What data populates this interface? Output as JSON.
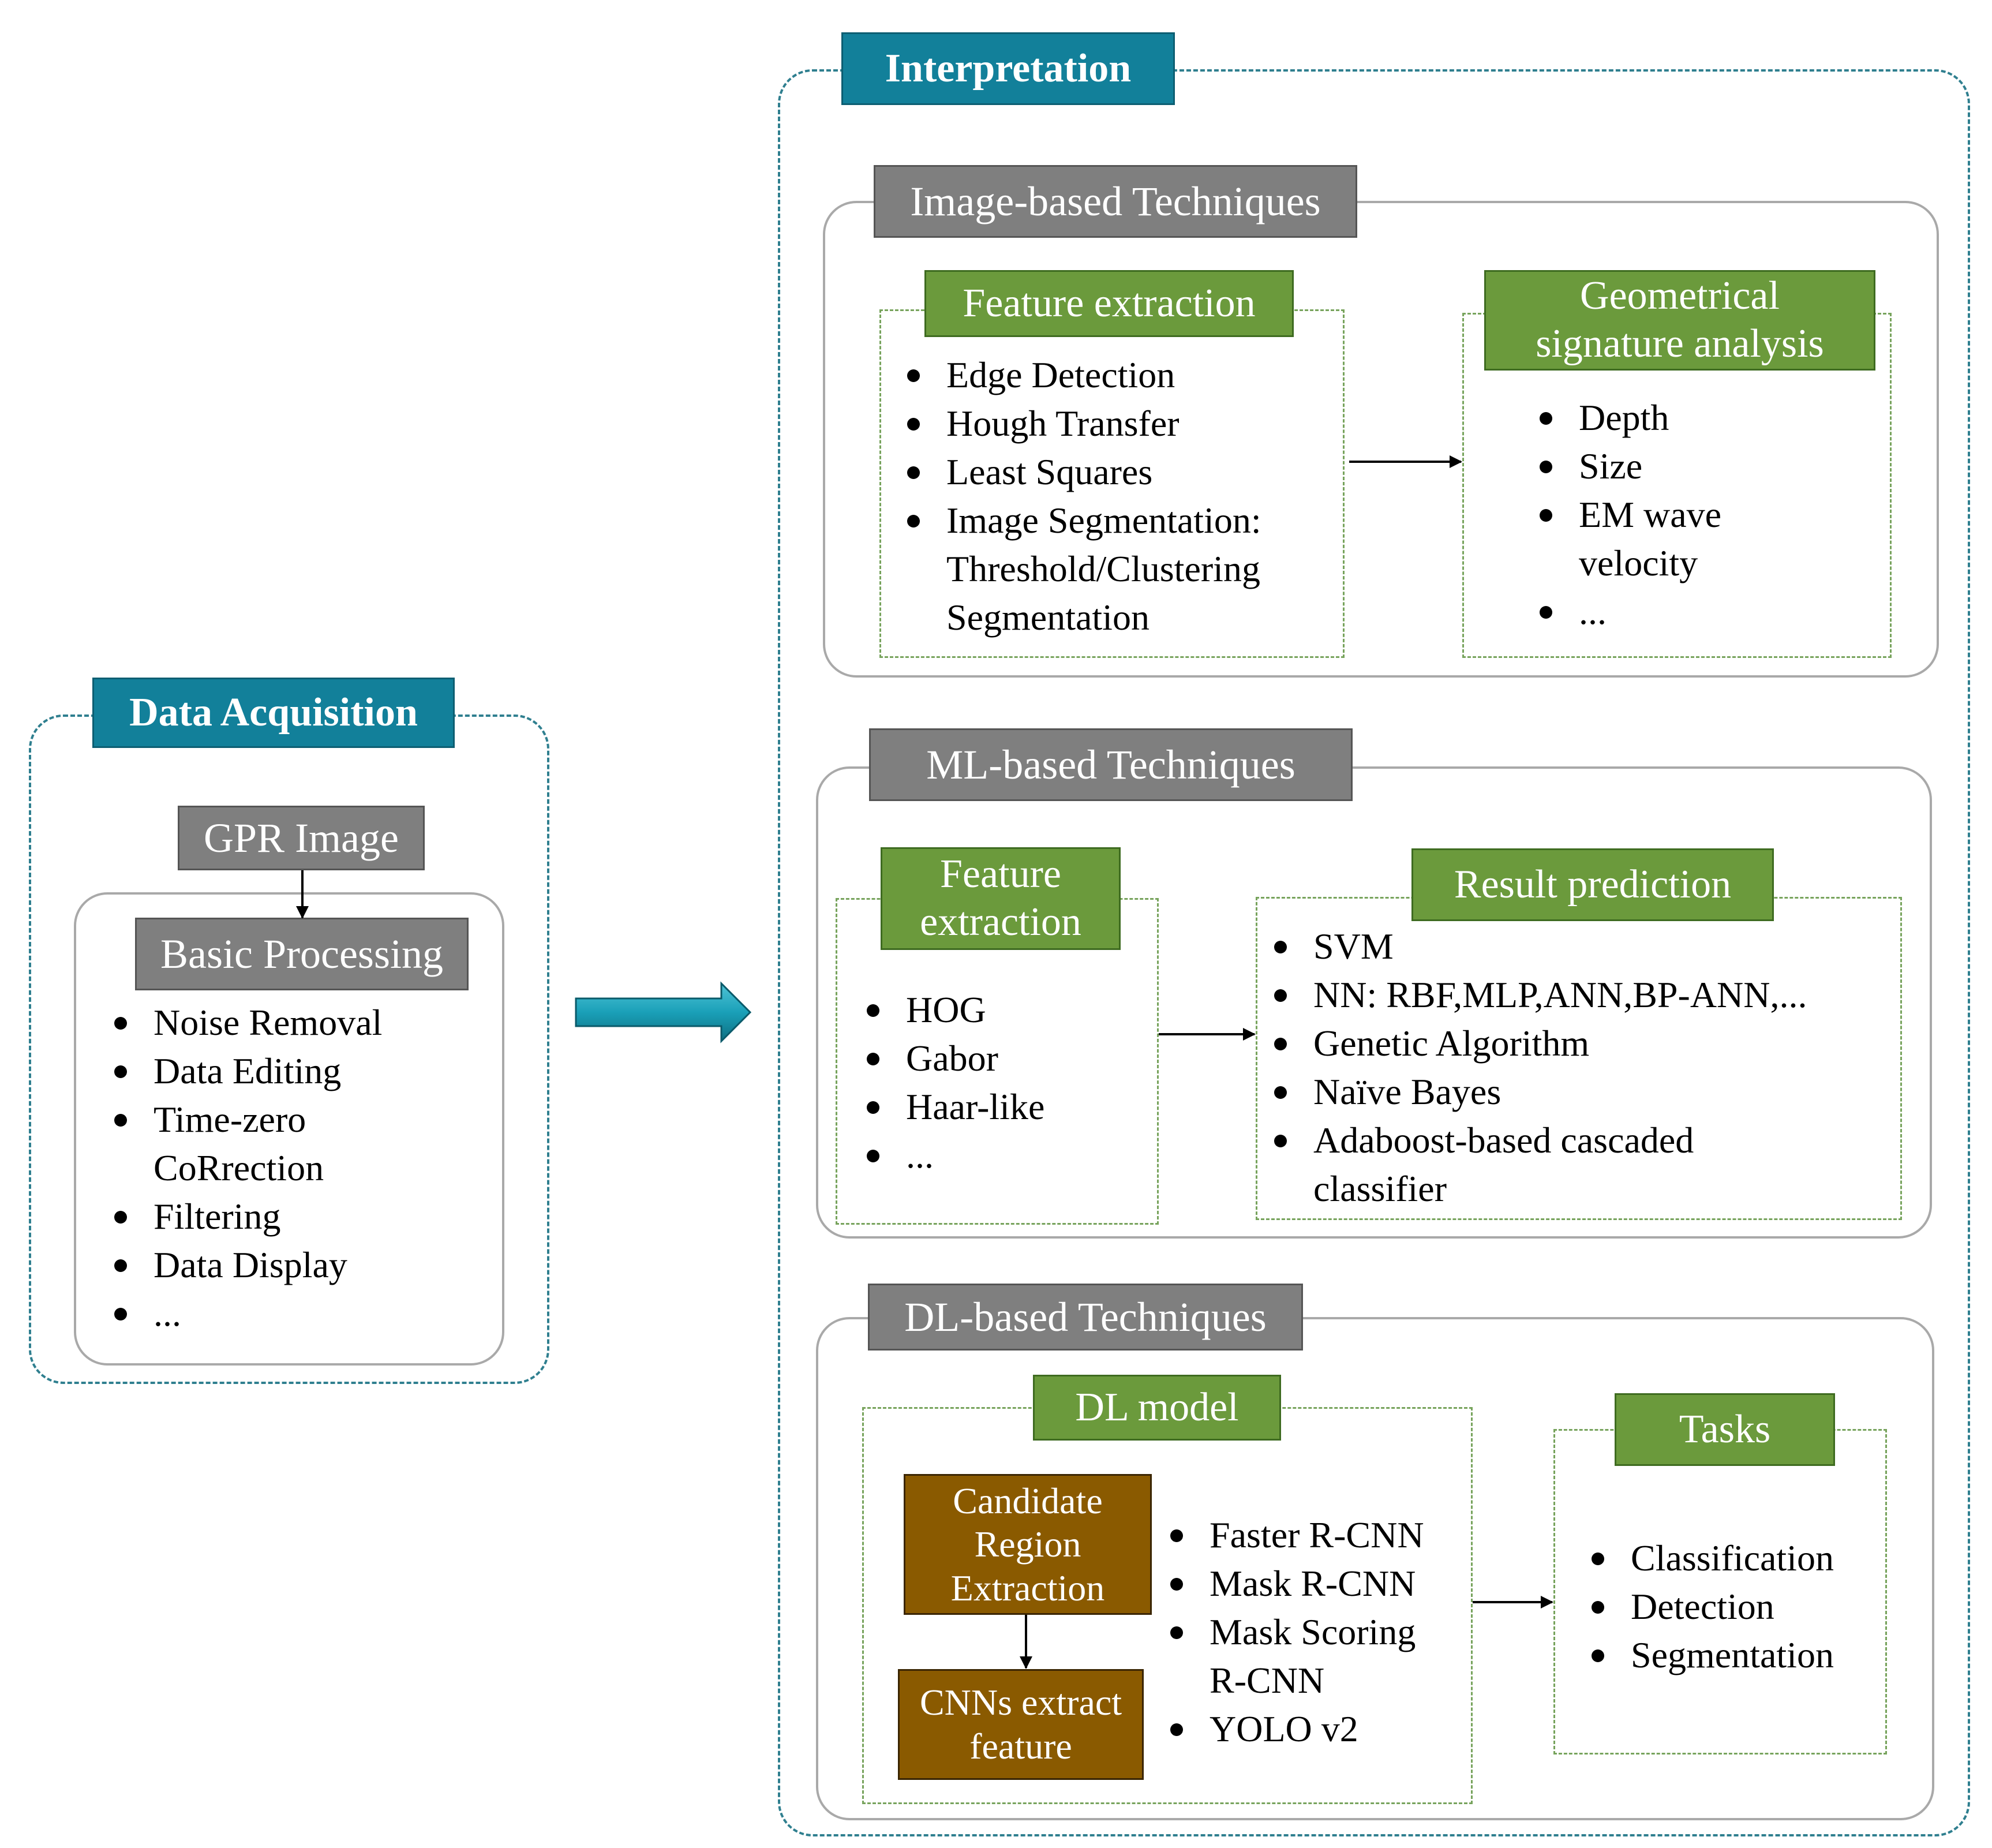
{
  "acquisition": {
    "title": "Data Acquisition",
    "gpr_image": "GPR Image",
    "basic_processing": "Basic Processing",
    "items": [
      "Noise Removal",
      "Data Editing",
      "Time-zero\nCoRrection",
      "Filtering",
      "Data Display",
      "..."
    ]
  },
  "interpretation": {
    "title": "Interpretation",
    "image_based": {
      "title": "Image-based Techniques",
      "feature_extraction": {
        "title": "Feature extraction",
        "items": [
          "Edge Detection",
          "Hough Transfer",
          "Least Squares",
          "Image Segmentation:\nThreshold/Clustering\nSegmentation"
        ]
      },
      "geometrical": {
        "title": "Geometrical\nsignature analysis",
        "items": [
          "Depth",
          "Size",
          "EM wave\nvelocity",
          "..."
        ]
      }
    },
    "ml_based": {
      "title": "ML-based Techniques",
      "feature_extraction": {
        "title": "Feature\nextraction",
        "items": [
          "HOG",
          "Gabor",
          "Haar-like",
          "..."
        ]
      },
      "result_prediction": {
        "title": "Result prediction",
        "items": [
          "SVM",
          "NN: RBF,MLP,ANN,BP-ANN,...",
          "Genetic Algorithm",
          "Naïve Bayes",
          "Adaboost-based cascaded\nclassifier"
        ]
      }
    },
    "dl_based": {
      "title": "DL-based Techniques",
      "dl_model": {
        "title": "DL model",
        "candidate_region": "Candidate\nRegion\nExtraction",
        "cnn_feature": "CNNs extract\nfeature",
        "items": [
          "Faster R-CNN",
          "Mask R-CNN",
          "Mask Scoring\nR-CNN",
          "YOLO v2"
        ]
      },
      "tasks": {
        "title": "Tasks",
        "items": [
          "Classification",
          "Detection",
          "Segmentation"
        ]
      }
    }
  },
  "colors": {
    "teal_header": "#12809a",
    "grey_header": "#7f7f7f",
    "green_header": "#6b9a3c",
    "brown_box": "#8a5a00",
    "dash_blue": "#2f7f8f",
    "dash_green": "#77a35c"
  }
}
